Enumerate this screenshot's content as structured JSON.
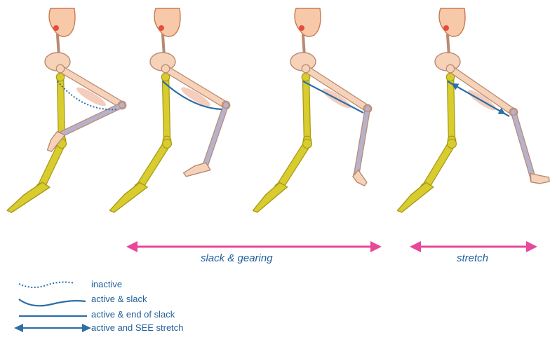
{
  "phases": [
    {
      "label": "slack & gearing"
    },
    {
      "label": "stretch"
    }
  ],
  "legend": [
    {
      "key": "inactive",
      "label": "inactive",
      "style": "dotted"
    },
    {
      "key": "active-slack",
      "label": "active & slack",
      "style": "wavy"
    },
    {
      "key": "active-end-slack",
      "label": "active & end of slack",
      "style": "solid"
    },
    {
      "key": "active-see-stretch",
      "label": "active and  SEE stretch",
      "style": "double-arrow"
    }
  ],
  "colors": {
    "skin": "#f7c9a8",
    "skin_outline": "#c97a52",
    "bone": "#f5d2b8",
    "bone_outline": "#b98a72",
    "stance_leg": "#d8cc2e",
    "stance_leg_outline": "#a89a18",
    "swing_shin": "#b7b2cc",
    "muscle": "#2d6ea6",
    "muscle_glow": "#f0b8a0",
    "joint_marker": "#e84c3d",
    "phase_arrow": "#e8489a",
    "text": "#1f5f9a"
  }
}
